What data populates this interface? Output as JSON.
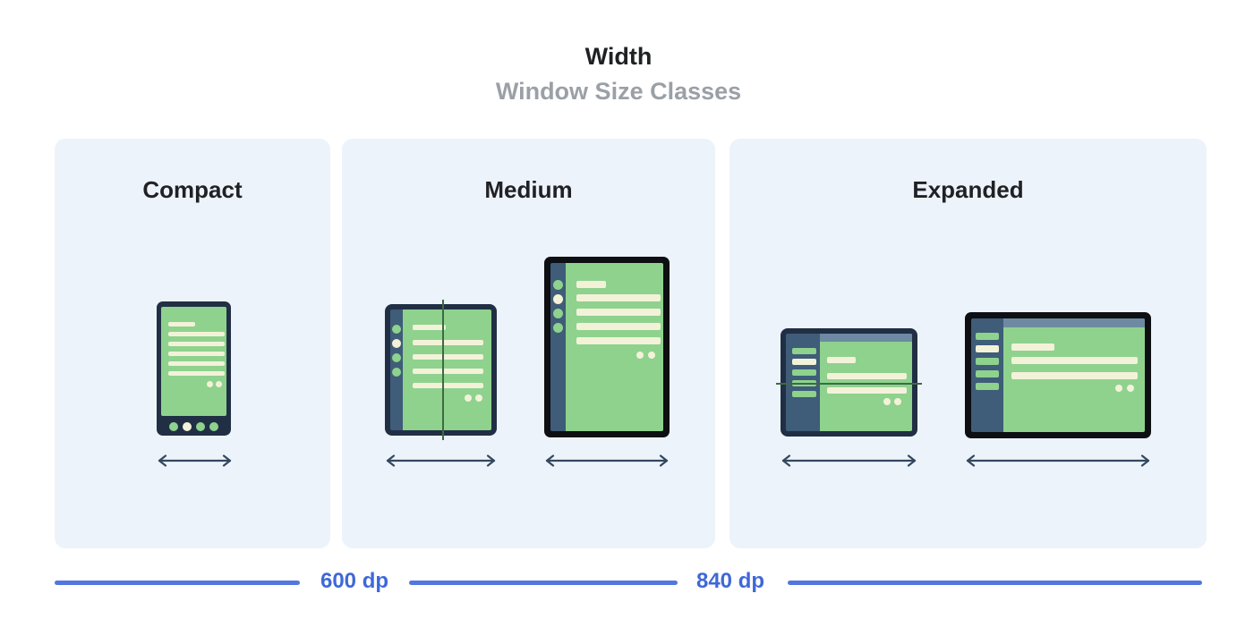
{
  "header": {
    "title": "Width",
    "subtitle": "Window Size Classes"
  },
  "panels": [
    {
      "label": "Compact",
      "devices": [
        {
          "type": "phone-portrait"
        }
      ]
    },
    {
      "label": "Medium",
      "devices": [
        {
          "type": "foldable-portrait",
          "fold": "vertical"
        },
        {
          "type": "tablet-portrait"
        }
      ]
    },
    {
      "label": "Expanded",
      "devices": [
        {
          "type": "foldable-landscape",
          "fold": "horizontal"
        },
        {
          "type": "desktop-landscape"
        }
      ]
    }
  ],
  "scale": {
    "labels": [
      "600 dp",
      "840 dp"
    ]
  },
  "colors": {
    "page-bg": "#ffffff",
    "panel-bg": "#edf3fa",
    "frame-navy": "#212f45",
    "frame-black": "#0d0f12",
    "rail-slate": "#3f5c78",
    "screen-green": "#8ed28e",
    "content-cream": "#f3f2d9",
    "topbar-blue": "#6d8aa2",
    "fold-green": "#3c6b42",
    "arrow-navy": "#33475f",
    "scale-blue": "#5377e0",
    "scale-text-blue": "#3f68d8",
    "title-dark": "#202124",
    "subtitle-gray": "#9aa0a6"
  }
}
